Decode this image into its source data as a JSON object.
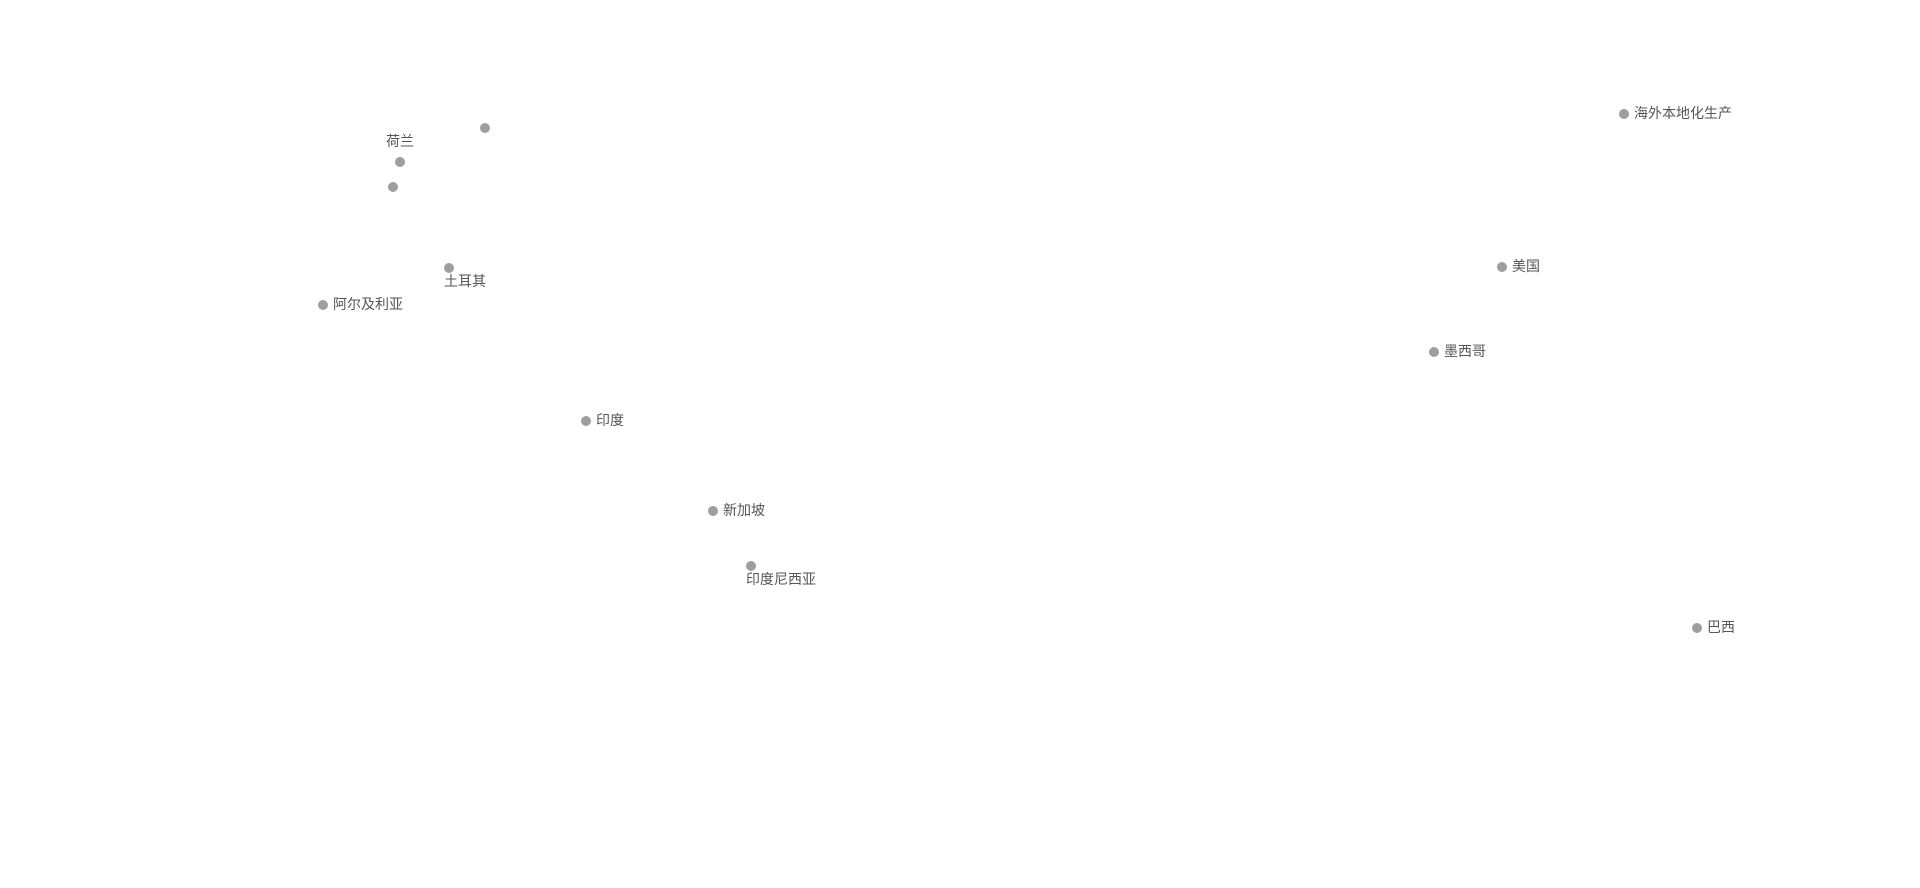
{
  "map": {
    "point_color": "#9e9e9e",
    "label_color": "#555555",
    "background": "#ffffff"
  },
  "markers": [
    {
      "id": "netherlands",
      "label": "荷兰",
      "icon": "map-point-dot",
      "label_side": "above"
    },
    {
      "id": "unlabeled-1",
      "label": "",
      "icon": "map-point-dot",
      "label_side": "right"
    },
    {
      "id": "unlabeled-2",
      "label": "",
      "icon": "map-point-dot",
      "label_side": "right"
    },
    {
      "id": "turkey",
      "label": "土耳其",
      "icon": "map-point-dot",
      "label_side": "below-right"
    },
    {
      "id": "algeria",
      "label": "阿尔及利亚",
      "icon": "map-point-dot",
      "label_side": "right"
    },
    {
      "id": "india",
      "label": "印度",
      "icon": "map-point-dot",
      "label_side": "right"
    },
    {
      "id": "singapore",
      "label": "新加坡",
      "icon": "map-point-dot",
      "label_side": "right"
    },
    {
      "id": "indonesia",
      "label": "印度尼西亚",
      "icon": "map-point-dot",
      "label_side": "below-right"
    },
    {
      "id": "overseas-localization",
      "label": "海外本地化生产",
      "icon": "map-point-dot",
      "label_side": "right"
    },
    {
      "id": "usa",
      "label": "美国",
      "icon": "map-point-dot",
      "label_side": "right"
    },
    {
      "id": "mexico",
      "label": "墨西哥",
      "icon": "map-point-dot",
      "label_side": "right"
    },
    {
      "id": "brazil",
      "label": "巴西",
      "icon": "map-point-dot",
      "label_side": "right"
    }
  ]
}
